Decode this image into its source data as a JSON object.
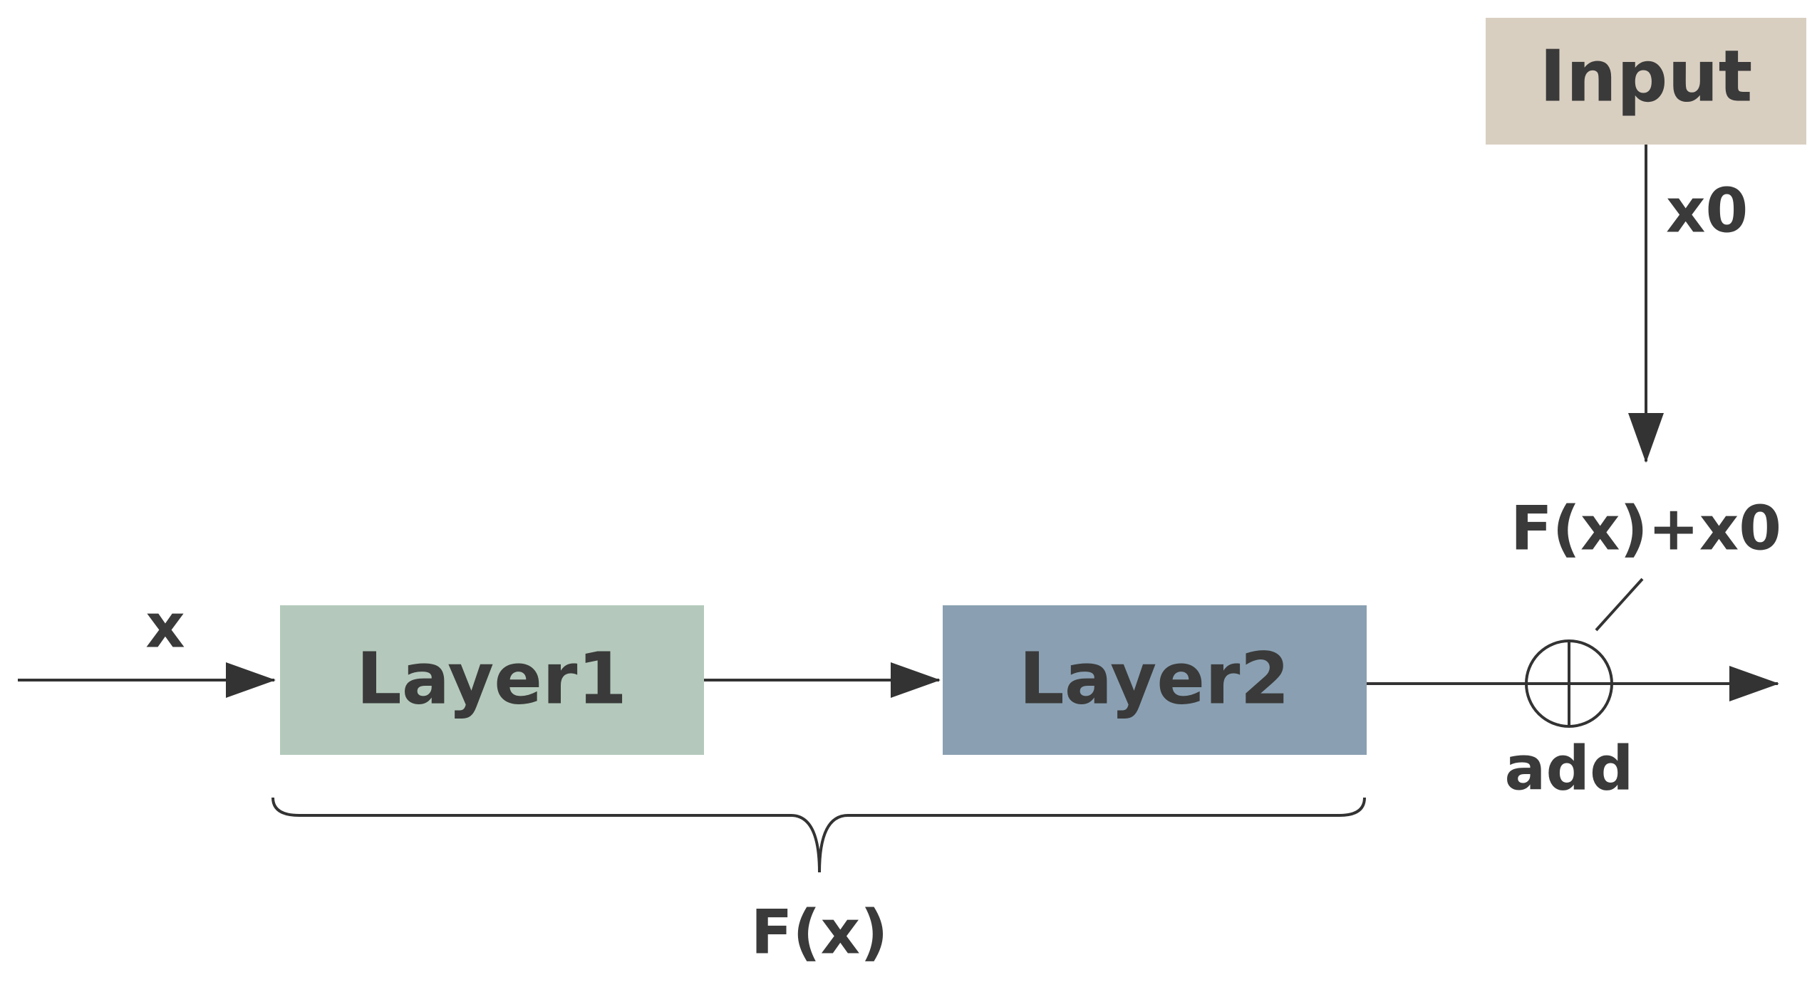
{
  "nodes": {
    "input": {
      "label": "Input",
      "fill": "#d9cfc1"
    },
    "layer1": {
      "label": "Layer1",
      "fill": "#b4c9bb"
    },
    "layer2": {
      "label": "Layer2",
      "fill": "#8aa0b2"
    },
    "add": {
      "label": "add"
    }
  },
  "edges": {
    "x": {
      "label": "x"
    },
    "x0": {
      "label": "x0"
    },
    "sum": {
      "label": "F(x)+x0"
    }
  },
  "brace": {
    "label": "F(x)"
  },
  "colors": {
    "stroke": "#333333",
    "text": "#3a3a3a"
  }
}
